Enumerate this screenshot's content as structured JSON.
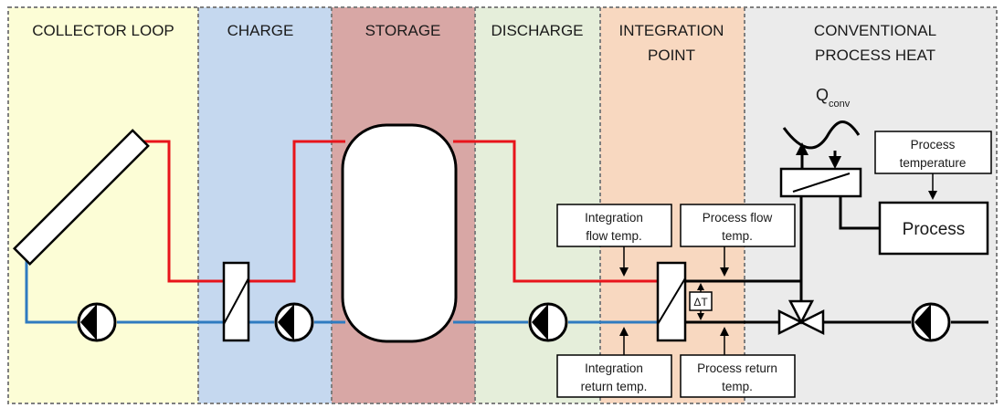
{
  "zones": {
    "collector_loop": {
      "title": "COLLECTOR LOOP",
      "color": "#FCFDD6"
    },
    "charge": {
      "title": "CHARGE",
      "color": "#C5D8EF"
    },
    "storage": {
      "title": "STORAGE",
      "color": "#D8A7A5"
    },
    "discharge": {
      "title": "DISCHARGE",
      "color": "#E5EEDA"
    },
    "integration_point": {
      "title_line1": "INTEGRATION",
      "title_line2": "POINT",
      "color": "#F8D8C0"
    },
    "conventional": {
      "title_line1": "CONVENTIONAL",
      "title_line2": "PROCESS HEAT",
      "color": "#EBEBEB"
    }
  },
  "labels": {
    "integration_flow_line1": "Integration",
    "integration_flow_line2": "flow temp.",
    "process_flow_line1": "Process flow",
    "process_flow_line2": "temp.",
    "integration_return_line1": "Integration",
    "integration_return_line2": "return temp.",
    "process_return_line1": "Process return",
    "process_return_line2": "temp.",
    "process_temp_line1": "Process",
    "process_temp_line2": "temperature",
    "process": "Process",
    "delta_t": "ΔT",
    "q_symbol": "Q",
    "q_subscript": "conv"
  },
  "colors": {
    "hot_pipe": "#E8141B",
    "cold_pipe": "#2F7BC0",
    "neutral_pipe": "#000000",
    "zone_border": "#7F7F7F"
  }
}
